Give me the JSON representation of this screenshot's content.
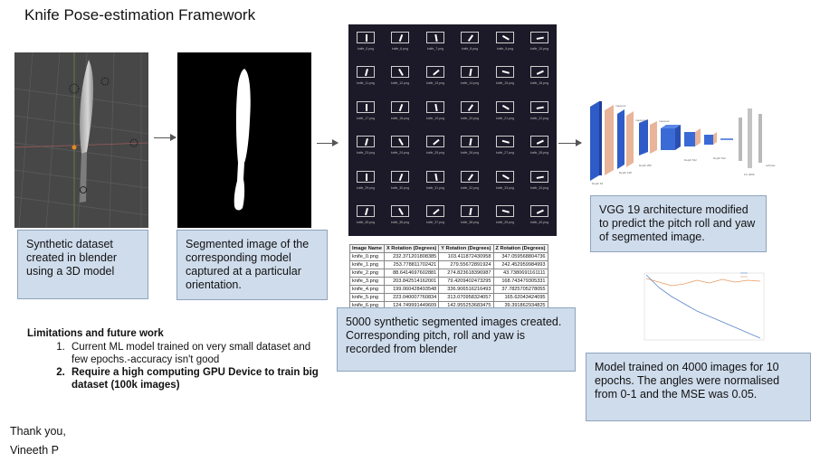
{
  "title": "Knife Pose-estimation Framework",
  "captions": {
    "synthetic": "Synthetic dataset created in blender using a 3D model",
    "segmented": "Segmented image of the corresponding model captured at a particular orientation.",
    "dataset": "5000 synthetic segmented images created. Corresponding pitch, roll and yaw is recorded from blender",
    "vgg": "VGG 19 architecture modified to predict the pitch roll and yaw of segmented image.",
    "model": "Model trained on 4000 images for 10 epochs. The angles were normalised from 0-1 and the MSE was 0.05."
  },
  "image_grid": {
    "labels": [
      [
        "knife_0.png",
        "knife_6.png",
        "knife_7.png",
        "knife_8.png",
        "knife_9.png",
        "knife_10.png"
      ],
      [
        "knife_11.png",
        "knife_12.png",
        "knife_13.png",
        "knife_14.png",
        "knife_15.png",
        "knife_16.png"
      ],
      [
        "knife_17.png",
        "knife_18.png",
        "knife_19.png",
        "knife_20.png",
        "knife_21.png",
        "knife_22.png"
      ],
      [
        "knife_23.png",
        "knife_24.png",
        "knife_25.png",
        "knife_26.png",
        "knife_27.png",
        "knife_28.png"
      ],
      [
        "knife_29.png",
        "knife_30.png",
        "knife_31.png",
        "knife_32.png",
        "knife_33.png",
        "knife_34.png"
      ],
      [
        "knife_35.png",
        "knife_36.png",
        "knife_37.png",
        "knife_38.png",
        "knife_39.png",
        "knife_40.png"
      ]
    ]
  },
  "rotation_table": {
    "headers": [
      "Image Name",
      "X Rotation (Degrees)",
      "Y Rotation (Degrees)",
      "Z Rotation (Degrees)"
    ],
    "rows": [
      [
        "knife_0.png",
        "232.371201808385",
        "103.411872430958",
        "347.059568804736"
      ],
      [
        "knife_1.png",
        "253.778811702421",
        "279.55672891924",
        "242.452959984993"
      ],
      [
        "knife_2.png",
        "88.6414697602881",
        "274.823618396987",
        "43.7380691161111"
      ],
      [
        "knife_3.png",
        "203.842514162001",
        "79.4209402473295",
        "168.743479305331"
      ],
      [
        "knife_4.png",
        "199.060428493548",
        "336.906516216493",
        "37.7825705278055"
      ],
      [
        "knife_5.png",
        "223.040007760834",
        "313.070958324057",
        "165.62043424095"
      ],
      [
        "knife_6.png",
        "124.749991449609",
        "142.955253683475",
        "39.391862934825"
      ]
    ]
  },
  "limitations": {
    "heading": "Limitations and future work",
    "items": [
      "Current ML model trained on very small dataset and few epochs.-accuracy isn't good",
      "Require a high computing GPU Device to train big dataset (100k images)"
    ]
  },
  "closing": {
    "thanks": "Thank you,",
    "author": "Vineeth P"
  }
}
